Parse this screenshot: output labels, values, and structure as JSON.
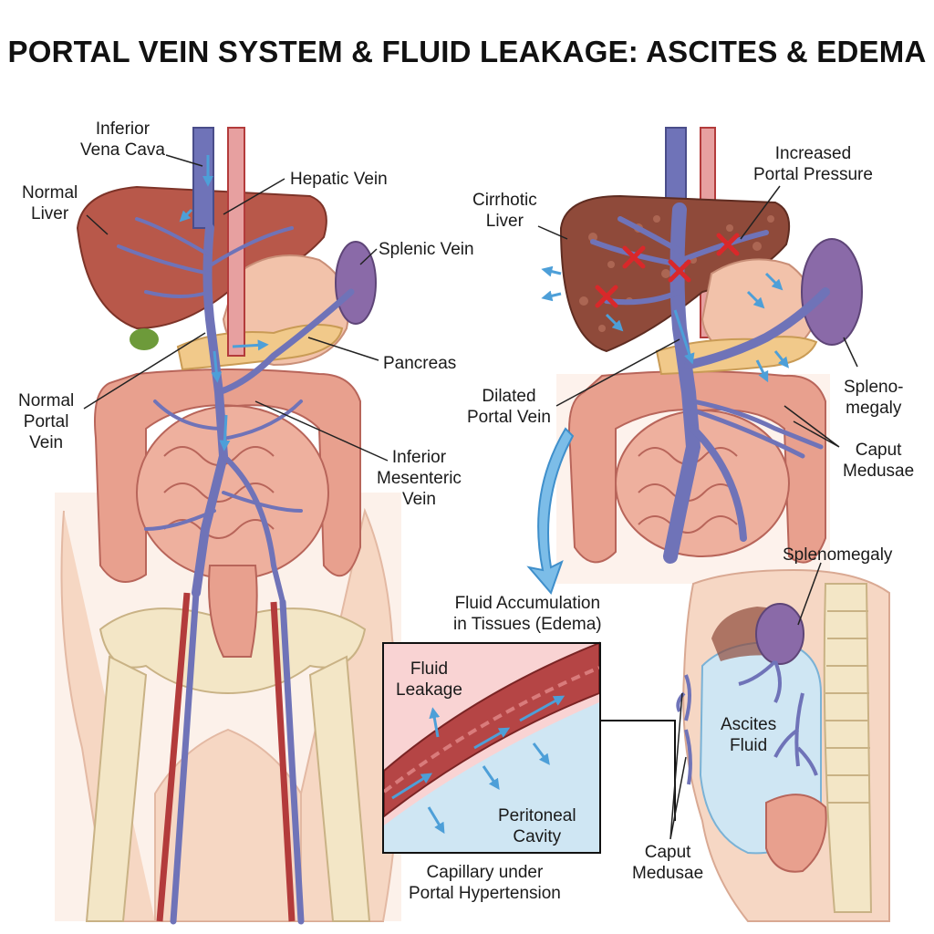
{
  "title": "PORTAL VEIN SYSTEM & FLUID LEAKAGE: ASCITES & EDEMA",
  "labels": {
    "ivc": [
      "Inferior",
      "Vena Cava"
    ],
    "hepatic_vein": [
      "Hepatic Vein"
    ],
    "normal_liver": [
      "Normal",
      "Liver"
    ],
    "splenic_vein": [
      "Splenic Vein"
    ],
    "pancreas": [
      "Pancreas"
    ],
    "normal_portal_vein": [
      "Normal",
      "Portal",
      "Vein"
    ],
    "inferior_mesenteric_vein": [
      "Inferior",
      "Mesenteric",
      "Vein"
    ],
    "cirrhotic_liver": [
      "Cirrhotic",
      "Liver"
    ],
    "increased_portal_pressure": [
      "Increased",
      "Portal Pressure"
    ],
    "splenomegaly_right": [
      "Spleno-",
      "megaly"
    ],
    "dilated_portal_vein": [
      "Dilated",
      "Portal Vein"
    ],
    "caput_medusae_right": [
      "Caput",
      "Medusae"
    ],
    "splenomegaly_side": [
      "Splenomegaly"
    ],
    "fluid_accumulation": [
      "Fluid Accumulation",
      "in Tissues (Edema)"
    ],
    "fluid_leakage": [
      "Fluid",
      "Leakage"
    ],
    "peritoneal_cavity": [
      "Peritoneal",
      "Cavity"
    ],
    "capillary_caption": [
      "Capillary under",
      "Portal Hypertension"
    ],
    "ascites_fluid": [
      "Ascites",
      "Fluid"
    ],
    "caput_medusae_side": [
      "Caput",
      "Medusae"
    ]
  },
  "colors": {
    "skin": "#f6d7c4",
    "liver_normal": "#b8584a",
    "liver_cirrhotic": "#8f4a3a",
    "vein": "#6f73b8",
    "artery": "#b33b3b",
    "intestine": "#e8a08e",
    "pancreas": "#f1c98a",
    "spleen": "#8a6aa8",
    "flow_arrow": "#6fb5e6",
    "fluid": "#cfe6f3",
    "block_x": "#d9282a"
  }
}
